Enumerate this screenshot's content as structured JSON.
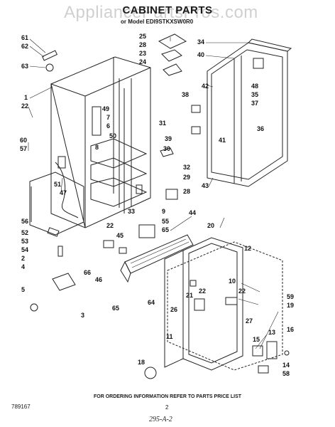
{
  "header": {
    "title": "CABINET PARTS",
    "model_line": "or Model EDI9STKXSW0R0",
    "watermark": "AppliancePartsPros.com"
  },
  "footer": {
    "note": "FOR ORDERING INFORMATION REFER TO PARTS PRICE LIST",
    "doc_number": "789167",
    "page_number": "2",
    "handwritten_code": "295-A-2"
  },
  "part_labels": [
    "61",
    "62",
    "63",
    "1",
    "22",
    "60",
    "57",
    "51",
    "47",
    "56",
    "52",
    "53",
    "54",
    "2",
    "4",
    "5",
    "3",
    "49",
    "7",
    "6",
    "50",
    "8",
    "31",
    "30",
    "39",
    "38",
    "42",
    "34",
    "40",
    "48",
    "35",
    "37",
    "36",
    "41",
    "25",
    "28",
    "23",
    "24",
    "32",
    "29",
    "28",
    "43",
    "33",
    "9",
    "44",
    "55",
    "65",
    "22",
    "45",
    "66",
    "46",
    "65",
    "20",
    "12",
    "10",
    "22",
    "59",
    "19",
    "22",
    "21",
    "26",
    "64",
    "11",
    "27",
    "16",
    "13",
    "15",
    "14",
    "58",
    "18"
  ]
}
